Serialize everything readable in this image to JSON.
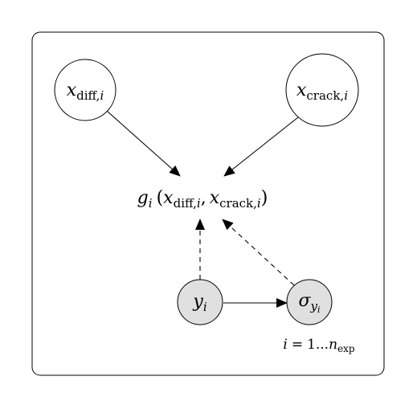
{
  "nodes": {
    "x_diff": {
      "var": "x",
      "sub": "diff,",
      "sub_i": "i",
      "observed": false
    },
    "x_crack": {
      "var": "x",
      "sub": "crack,",
      "sub_i": "i",
      "observed": false
    },
    "y": {
      "var": "y",
      "sub_i": "i",
      "observed": true
    },
    "sigma": {
      "var": "σ",
      "sub_var": "y",
      "sub_sub": "i",
      "observed": true
    }
  },
  "function_node": {
    "name": "g",
    "sub_i": "i",
    "open_paren": "(",
    "arg1_var": "x",
    "arg1_sub": "diff,",
    "arg1_sub_i": "i",
    "comma": ",",
    "arg2_var": "x",
    "arg2_sub": "crack,",
    "arg2_sub_i": "i",
    "close_paren": ")"
  },
  "plate": {
    "index_var": "i",
    "equals": "=",
    "range": "1...",
    "upper_var": "n",
    "upper_sub": "exp"
  },
  "edges": [
    {
      "from": "x_diff",
      "to": "function_node",
      "style": "solid"
    },
    {
      "from": "x_crack",
      "to": "function_node",
      "style": "solid"
    },
    {
      "from": "y",
      "to": "function_node",
      "style": "dashed"
    },
    {
      "from": "sigma",
      "to": "function_node",
      "style": "dashed"
    },
    {
      "from": "y",
      "to": "sigma",
      "style": "solid"
    }
  ],
  "colors": {
    "observed_fill": "#e0e0e0",
    "latent_fill": "#ffffff",
    "stroke": "#000000"
  }
}
